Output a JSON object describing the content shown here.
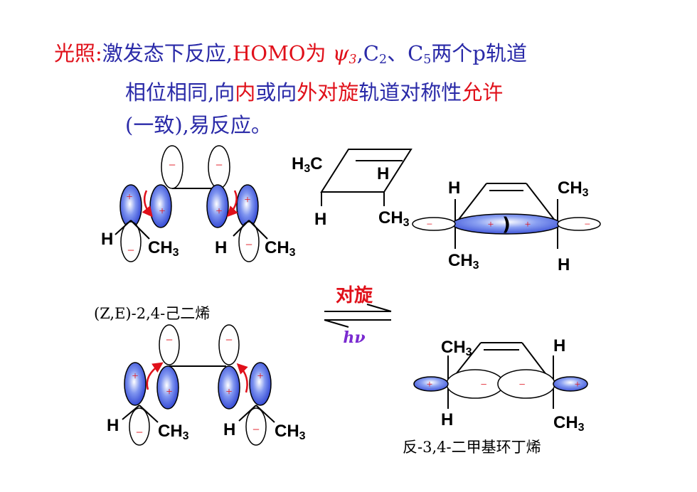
{
  "text": {
    "line1_prefix": "光照:",
    "line1_a": "激发态下反应,",
    "line1_homo": "HOMO为",
    "line1_psi": "ψ",
    "line1_psi_sub": "3",
    "line1_b": ",C",
    "line1_c2_sub": "2",
    "line1_c": "、C",
    "line1_c5_sub": "5",
    "line1_d": "两个p轨道",
    "line2_a": "相位相同,向",
    "line2_nei": "内",
    "line2_b": "或向",
    "line2_wai": "外对旋",
    "line2_c": "轨道对称性",
    "line2_yunxu": "允许",
    "line3": "(一致),易反应。"
  },
  "labels": {
    "H": "H",
    "CH": "CH",
    "three": "3",
    "H3C_H": "H",
    "H3C_3": "3",
    "H3C_C": "C",
    "plus": "+",
    "minus": "−",
    "close_paren": ")"
  },
  "captions": {
    "diene": "(Z,E)-2,4-己二烯",
    "product": "反-3,4-二甲基环丁烯",
    "arrow_top": "对旋",
    "arrow_bottom": "hν"
  },
  "colors": {
    "blue_text": "#2a2aa8",
    "red": "#e0101a",
    "lobe_blue": "#3a5bd9",
    "purple": "#7a2bd0"
  }
}
